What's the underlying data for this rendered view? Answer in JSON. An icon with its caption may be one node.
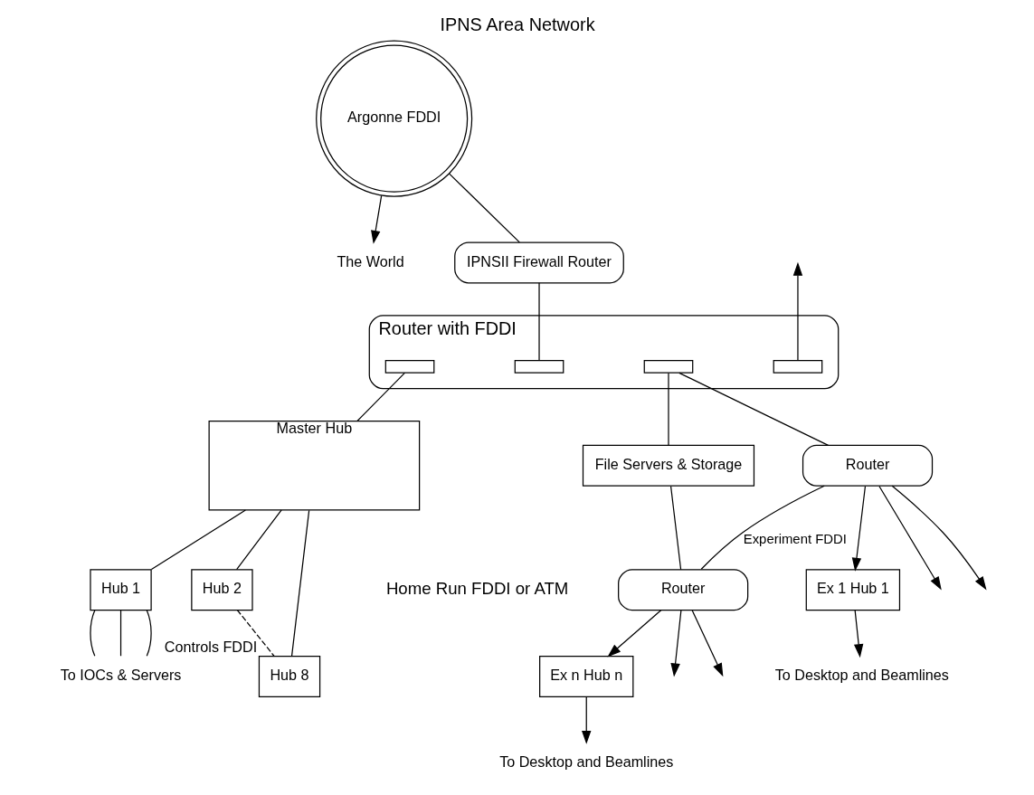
{
  "diagram": {
    "title": "IPNS Area Network",
    "nodes": [
      {
        "text": [
          "The World"
        ]
      },
      {
        "text": [
          "Argonne FDDI"
        ]
      },
      {
        "text": [
          "IPNSII Firewall Router"
        ]
      },
      {
        "text": [
          "Router with FDDI"
        ]
      },
      {
        "text": [],
        "shape": "box",
        "in": 3
      },
      {
        "text": [],
        "shape": "box",
        "in": 3
      },
      {
        "text": [],
        "shape": "box",
        "in": 3
      },
      {
        "text": [],
        "shape": "box",
        "in": 3
      },
      {
        "text": [
          "Master Hub"
        ]
      },
      {
        "text": [
          "File Servers & Storage"
        ]
      },
      {
        "text": [
          "Router"
        ]
      },
      {
        "text": [
          "Router"
        ]
      },
      {
        "text": [
          "To IOCs & Servers"
        ]
      },
      {
        "text": [
          "Hub 1"
        ]
      },
      {
        "text": [
          "Hub 2"
        ]
      },
      {
        "text": [
          "Ex 1 Hub 1"
        ]
      },
      {
        "text": [
          "Ex n Hub n"
        ]
      },
      {
        "text": [
          "Hub 8"
        ],
        "beside": [
          "Controls FDDI"
        ]
      },
      {
        "text": [
          "To Desktop and Beamlines"
        ]
      },
      {
        "text": [
          "To Desktop and Beamlines"
        ]
      }
    ],
    "edges": [
      {
        "from": 1,
        "to": 0,
        "arrow": "to"
      },
      {
        "from": 1,
        "to": 2,
        "arrow": "none"
      },
      {
        "from": 2,
        "to": 5,
        "arrow": "none"
      },
      {
        "from": 7,
        "to": null,
        "arrow": "to"
      },
      {
        "from": 4,
        "to": 8,
        "arrow": "none"
      },
      {
        "from": 6,
        "to": 10,
        "arrow": "none"
      },
      {
        "from": 6,
        "to": 9,
        "arrow": "none"
      },
      {
        "from": 10,
        "to": 11,
        "arrow": "none",
        "label": "Experiment FDDI"
      },
      {
        "from": 9,
        "to": 11,
        "arrow": "none"
      },
      {
        "from": 8,
        "to": 13,
        "arrow": "none"
      },
      {
        "from": 8,
        "to": 14,
        "arrow": "none"
      },
      {
        "from": 8,
        "to": 17,
        "arrow": "none"
      },
      {
        "from": 13,
        "to": 12,
        "arrow": "none"
      },
      {
        "from": 13,
        "to": 12,
        "arrow": "none"
      },
      {
        "from": 13,
        "to": 12,
        "arrow": "none"
      },
      {
        "from": 14,
        "to": 17,
        "arrow": "none",
        "style": "dashed"
      },
      {
        "from": 10,
        "to": 15,
        "arrow": "to"
      },
      {
        "from": 10,
        "to": null,
        "arrow": "to"
      },
      {
        "from": 10,
        "to": null,
        "arrow": "to"
      },
      {
        "from": 11,
        "to": 16,
        "arrow": "to"
      },
      {
        "from": 11,
        "to": null,
        "arrow": "to"
      },
      {
        "from": 11,
        "to": null,
        "arrow": "to"
      },
      {
        "from": 15,
        "to": 18,
        "arrow": "to"
      },
      {
        "from": 16,
        "to": 19,
        "arrow": "to"
      }
    ],
    "labels": [
      "Home Run FDDI or ATM"
    ]
  }
}
